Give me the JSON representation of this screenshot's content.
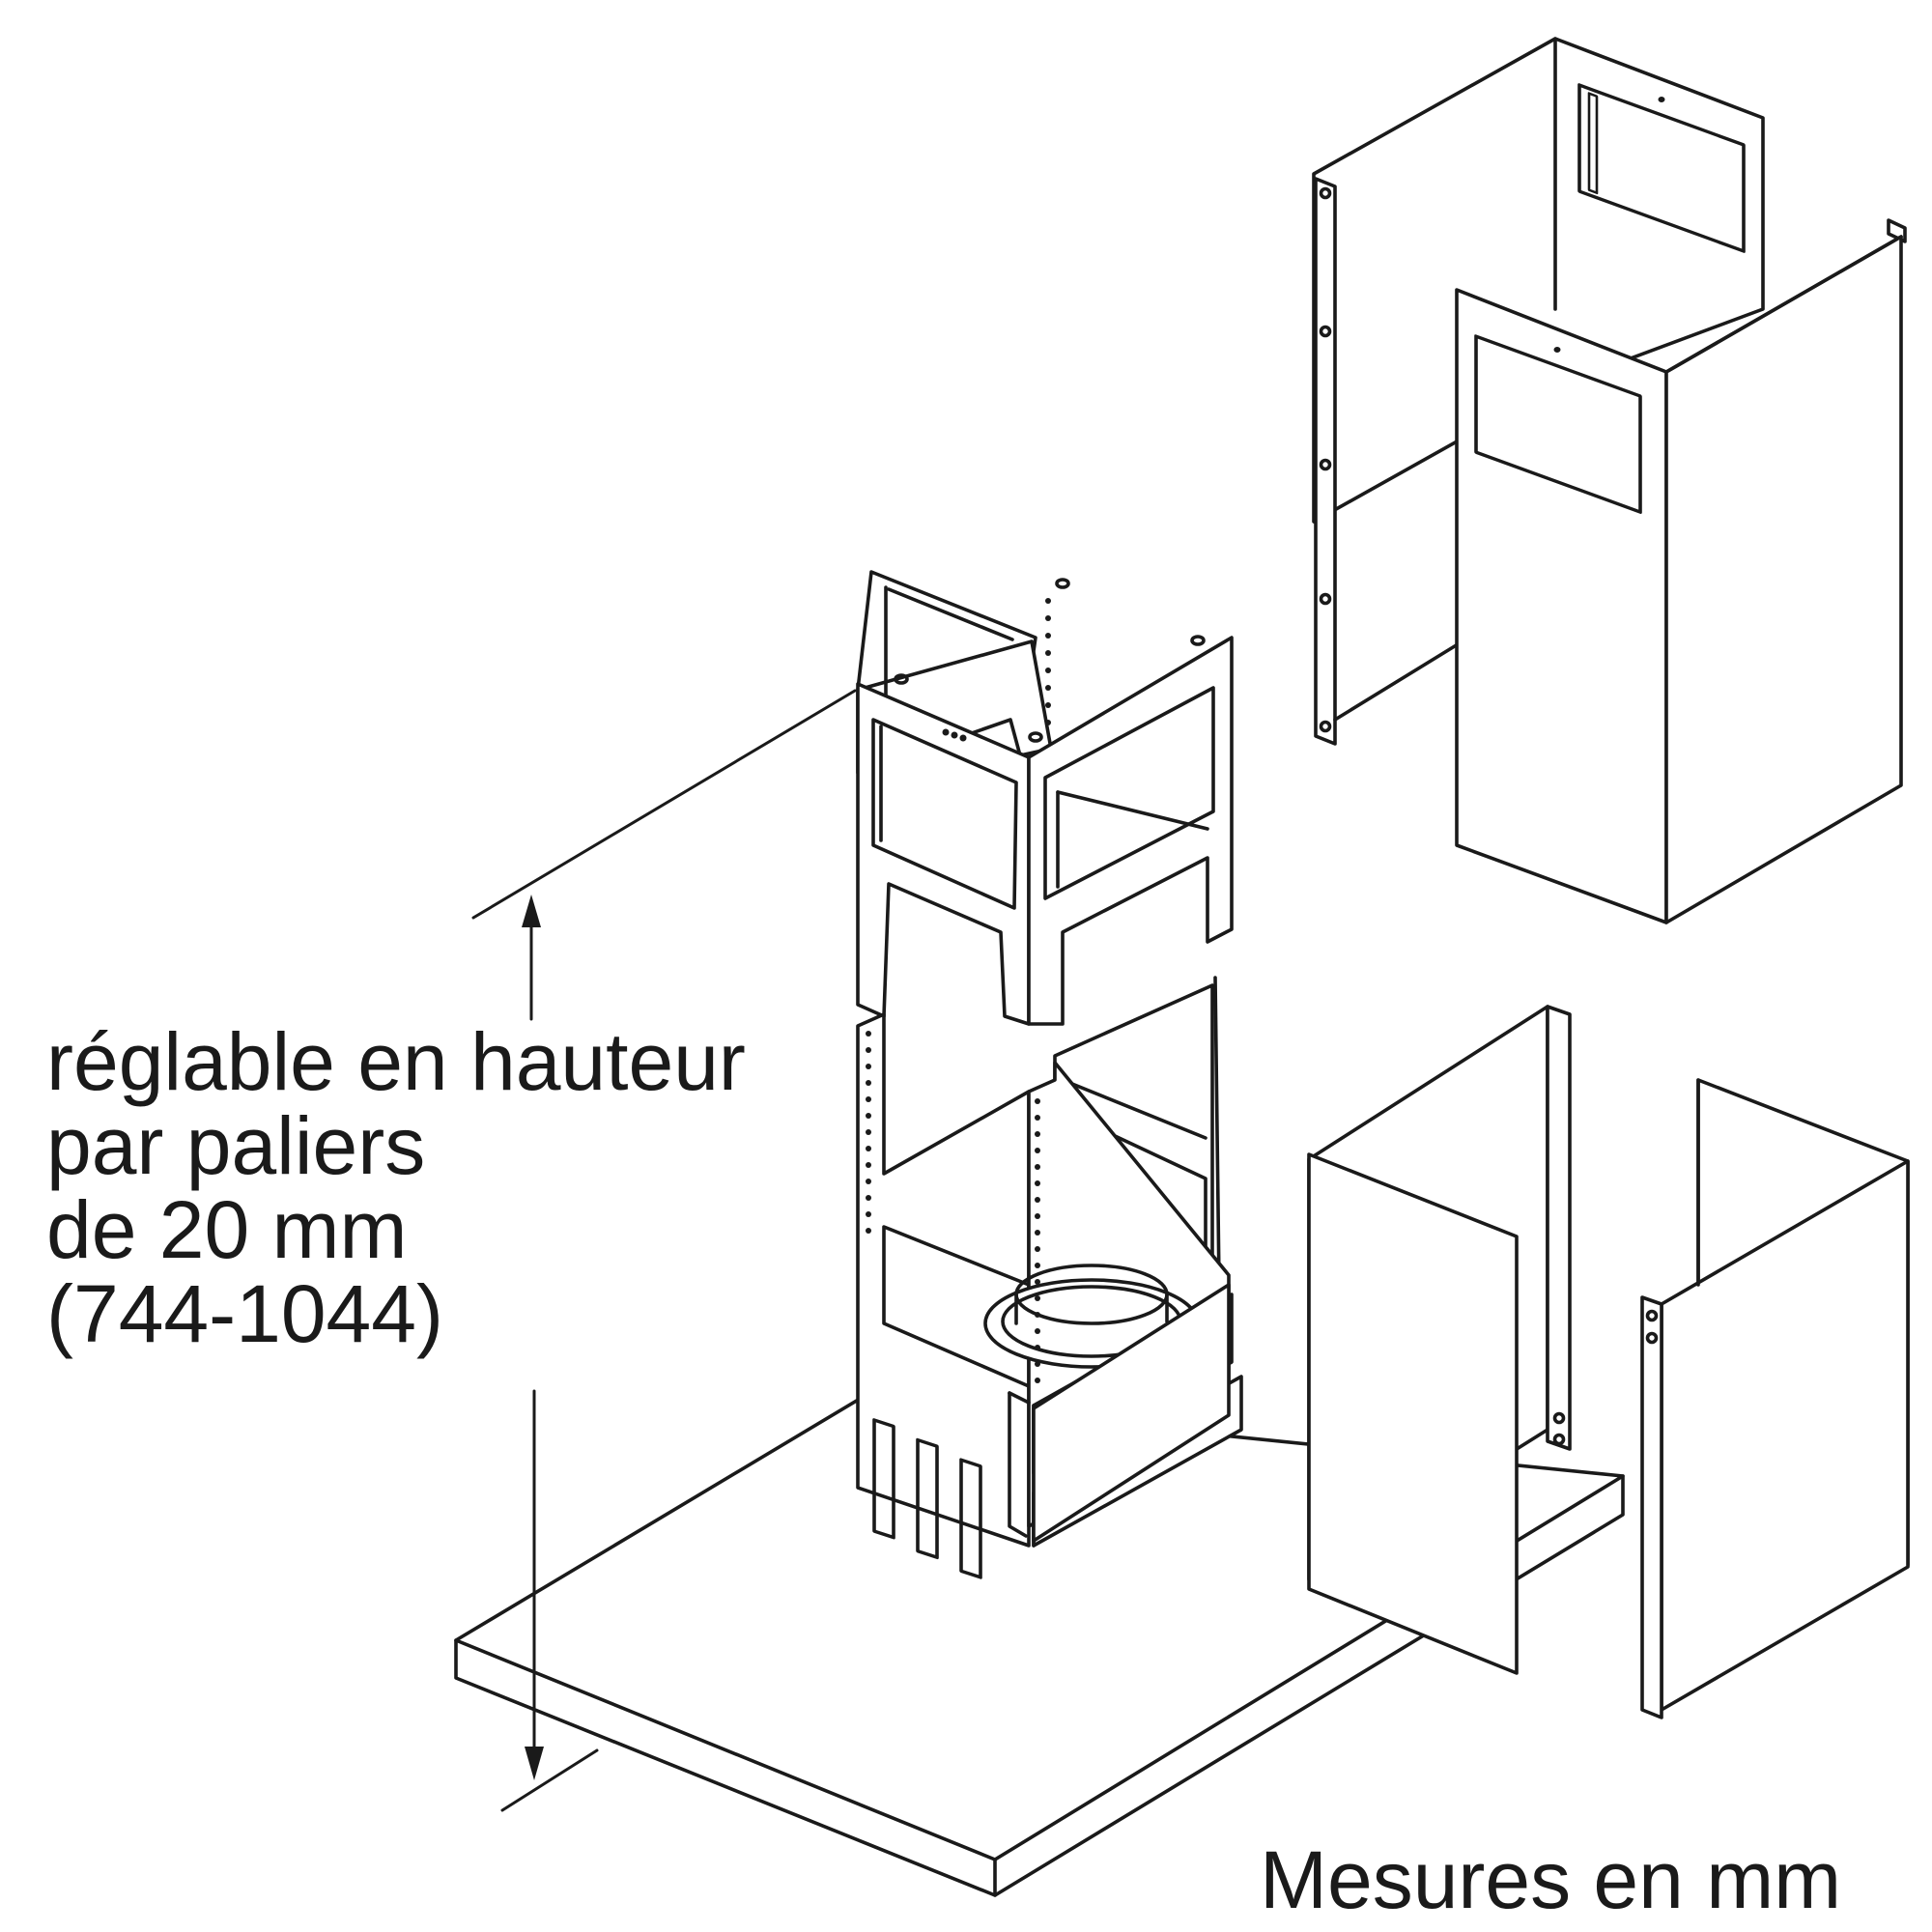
{
  "labels": {
    "height_note": [
      "réglable en hauteur",
      "par paliers",
      "de 20 mm",
      "(744-1044)"
    ],
    "units_note": "Mesures en mm"
  },
  "colors": {
    "line": "#1a1a1a",
    "background": "#ffffff"
  }
}
